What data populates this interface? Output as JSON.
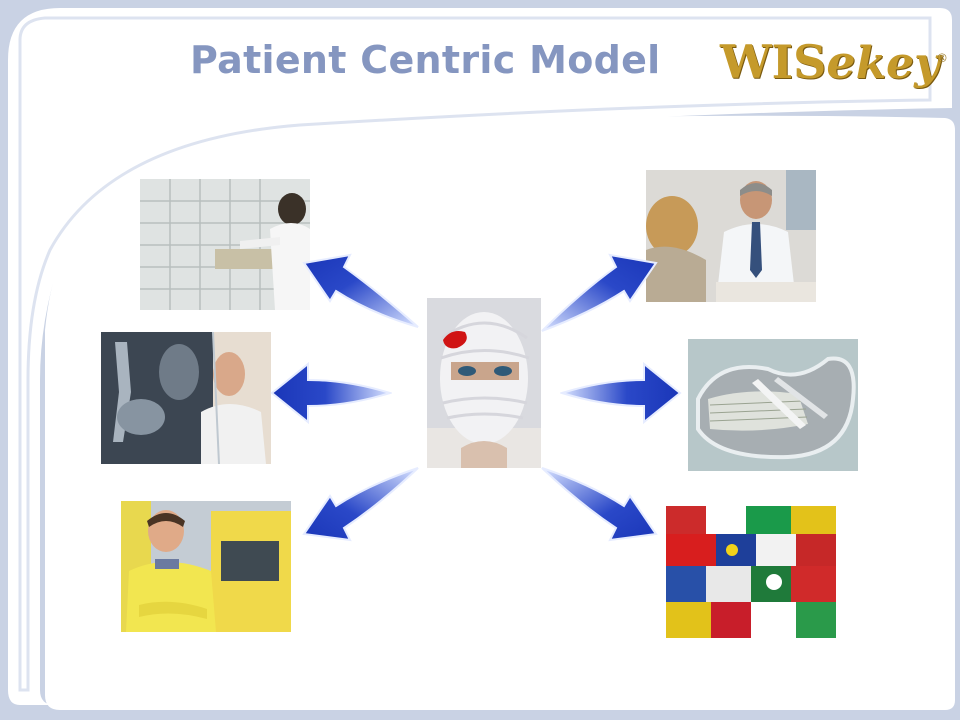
{
  "slide": {
    "title": "Patient Centric Model",
    "logo": {
      "main": "WIS",
      "circle_letter": "e",
      "tail": "key",
      "reg": "®"
    }
  },
  "photos": [
    {
      "name": "pharmacy-records-photo",
      "subject": "records-cabinet"
    },
    {
      "name": "doctor-consultation-photo",
      "subject": "consultation"
    },
    {
      "name": "xray-doctor-photo",
      "subject": "xray"
    },
    {
      "name": "money-tray-photo",
      "subject": "payment"
    },
    {
      "name": "paramedic-ambulance-photo",
      "subject": "ambulance"
    },
    {
      "name": "world-flags-photo",
      "subject": "flags"
    },
    {
      "name": "bandaged-patient-photo",
      "subject": "patient"
    }
  ],
  "colors": {
    "background": "#c9d2e4",
    "panel": "#ffffff",
    "title": "#8596c0",
    "arrow_dark": "#1a36b8",
    "arrow_light": "#d8e2ff",
    "logo_gold": "#c59a2b"
  }
}
